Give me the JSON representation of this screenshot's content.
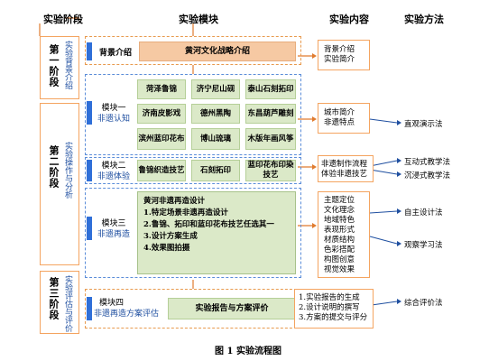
{
  "headers": {
    "stage": "实验阶段",
    "module": "实验模块",
    "content": "实验内容",
    "method": "实验方法"
  },
  "stages": [
    {
      "num": "第一阶段",
      "name": "实验背景介绍"
    },
    {
      "num": "第二阶段",
      "name": "实验操作与分析"
    },
    {
      "num": "第三阶段",
      "name": "实验评估与评价"
    }
  ],
  "background_module": {
    "label": "背景介绍",
    "content": "黄河文化战略介绍"
  },
  "module1": {
    "title": "模块一",
    "subtitle": "非遗认知",
    "cells": [
      "菏泽鲁锦",
      "济宁尼山砚",
      "泰山石刻拓印",
      "济南皮影戏",
      "德州黑陶",
      "东昌葫芦雕刻",
      "滨州蓝印花布",
      "博山琉璃",
      "木版年画风筝"
    ]
  },
  "module2": {
    "title": "模块二",
    "subtitle": "非遗体验",
    "cells": [
      "鲁锦织造技艺",
      "石刻拓印",
      "蓝印花布印染技艺"
    ]
  },
  "module3": {
    "title": "模块三",
    "subtitle": "非遗再造",
    "lines": [
      "黄河非遗再造设计",
      "1.特定场景非遗再造设计",
      "2.鲁锦、拓印和蓝印花布技艺任选其一",
      "3.设计方案生成",
      "4.效果图拍摄"
    ]
  },
  "module4": {
    "title": "模块四",
    "subtitle": "非遗再造方案评估",
    "content": "实验报告与方案评价"
  },
  "contents": {
    "c1": [
      "背景介绍",
      "实验简介"
    ],
    "c2": [
      "城市简介",
      "非遗特点"
    ],
    "c3": [
      "非遗制作流程",
      "体验非遗技艺"
    ],
    "c4": [
      "主题定位",
      "文化理念",
      "地域特色",
      "表现形式",
      "材质结构",
      "色彩搭配",
      "构图创意",
      "视觉效果"
    ],
    "c5": [
      "1.实验报告的生成",
      "2.设计说明的撰写",
      "3.方案的提交与评分"
    ]
  },
  "methods": [
    "直观演示法",
    "互动式教学法",
    "沉浸式教学法",
    "自主设计法",
    "观察学习法",
    "综合评价法"
  ],
  "caption": "图 1  实验流程图"
}
